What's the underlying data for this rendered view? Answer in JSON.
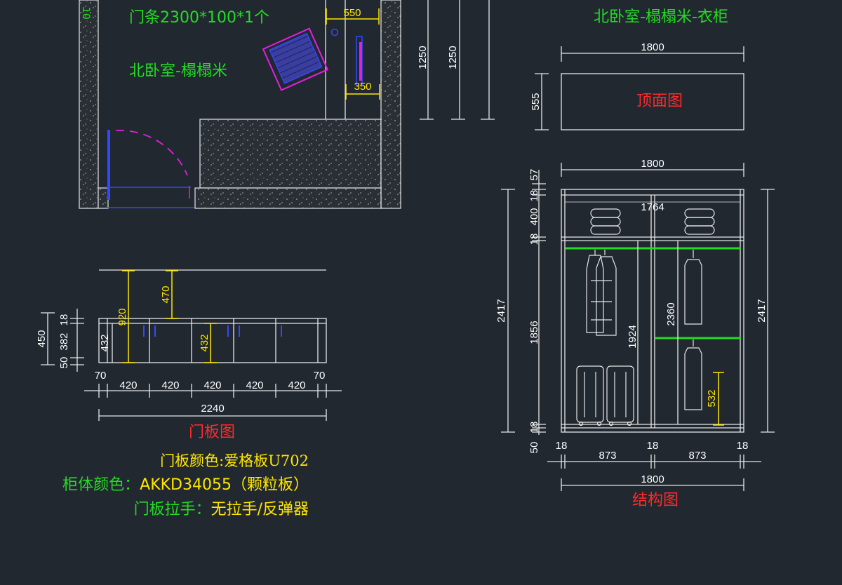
{
  "colors": {
    "background": "#212830",
    "line": "#e6e6e6",
    "dimension_highlight": "#ffe600",
    "label_green": "#22dd22",
    "label_red": "#ff2a2a",
    "accent_blue": "#3348ff",
    "accent_magenta": "#e020e0"
  },
  "floorplan": {
    "edge_number": "10",
    "door_strip_note": "门条2300*100*1个",
    "room_label": "北卧室-榻榻米",
    "dims": {
      "top_gap": "550",
      "bottom_gap": "350",
      "height_a": "1250",
      "height_b": "1250"
    }
  },
  "wardrobe_title": "北卧室-榻榻米-衣柜",
  "top_view": {
    "width": "1800",
    "depth": "555",
    "label": "顶面图"
  },
  "door_panel": {
    "label": "门板图",
    "dims": {
      "total_height": "450",
      "top_board": "18",
      "front_height": "382",
      "plinth": "50",
      "side_height": "432",
      "gap_920": "920",
      "gap_470": "470",
      "inner_432": "432",
      "left_end": "70",
      "right_end": "70",
      "panel_widths": [
        "420",
        "420",
        "420",
        "420",
        "420"
      ],
      "total_width": "2240"
    }
  },
  "specs": [
    {
      "label": "门板颜色:",
      "value": "爱格板U702"
    },
    {
      "label": "柜体颜色：",
      "value": "AKKD34055（颗粒板）"
    },
    {
      "label": "门板拉手：",
      "value": "无拉手/反弹器"
    }
  ],
  "structure": {
    "label": "结构图",
    "dims": {
      "top_width": "1800",
      "inner_width": "1764",
      "top_offset": "57",
      "board_top": "18",
      "top_compartment": "400",
      "board_mid": "18",
      "hanging_height": "1856",
      "board_bottom": "18",
      "plinth": "50",
      "total_height_left": "2417",
      "total_height_right": "2417",
      "rod_height": "1924",
      "right_rod_height": "2360",
      "shelf_gap": "532",
      "bottom_dims": [
        "18",
        "873",
        "18",
        "873",
        "18"
      ],
      "total_width": "1800"
    }
  }
}
